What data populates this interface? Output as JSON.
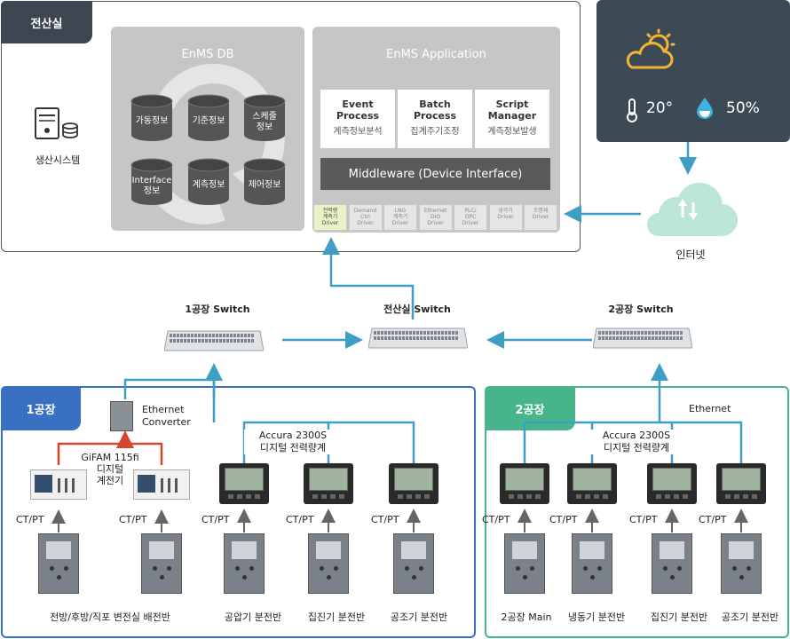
{
  "top": {
    "tab_label": "전산실",
    "production_label": "생산시스템",
    "enms_db_title": "EnMS DB",
    "db_items": [
      "가동정보",
      "기준정보",
      "스케줄\n정보",
      "Interface\n정보",
      "계측정보",
      "제어정보"
    ],
    "enms_app_title": "EnMS Application",
    "processes": [
      {
        "title": "Event\nProcess",
        "sub": "계측정보분석"
      },
      {
        "title": "Batch\nProcess",
        "sub": "집계주기조정"
      },
      {
        "title": "Script\nManager",
        "sub": "계측정보발생"
      }
    ],
    "middleware_label": "Middleware (Device Interface)",
    "drivers": [
      "전력량\n계측기\nDriver",
      "Demand\nCtrl\nDriver",
      "LNG\n계측기\nDriver",
      "Ethernet\nDIO\nDriver",
      "PLC/\nOPC\nDriver",
      "냉각기\nDriver",
      "조명제\nDriver"
    ]
  },
  "weather": {
    "temperature": "20°",
    "humidity": "50%",
    "icons": [
      "partly-cloudy-icon",
      "thermometer-icon",
      "water-drop-icon"
    ]
  },
  "internet_label": "인터넷",
  "switches": {
    "factory1": "1공장 Switch",
    "datacenter": "전산실 Switch",
    "factory2": "2공장 Switch"
  },
  "factory1": {
    "tab_label": "1공장",
    "converter_label": "Ethernet\nConverter",
    "gifam_label": "GiFAM 115fi\n디지털\n계전기",
    "accura_label": "Accura 2300S\n디지털 전력량계",
    "ctpt": [
      "CT/PT",
      "CT/PT",
      "CT/PT",
      "CT/PT",
      "CT/PT"
    ],
    "panels": [
      "전방/후방/직포 변전실 배전반",
      "공압기 분전반",
      "집진기 분전반",
      "공조기 분전반"
    ]
  },
  "factory2": {
    "tab_label": "2공장",
    "ethernet_label": "Ethernet",
    "accura_label": "Accura 2300S\n디지털 전력량계",
    "ctpt": [
      "CT/PT",
      "CT/PT",
      "CT/PT",
      "CT/PT"
    ],
    "panels": [
      "2공장 Main",
      "냉동기 분전반",
      "집진기 분전반",
      "공조기 분전반"
    ]
  },
  "colors": {
    "tab_dark": "#3d4650",
    "weather_bg": "#3c4a55",
    "factory1_border": "#3a70c2",
    "factory2_border": "#47b58a",
    "link_blue": "#3e9ec6",
    "serial_red": "#d8452f"
  }
}
